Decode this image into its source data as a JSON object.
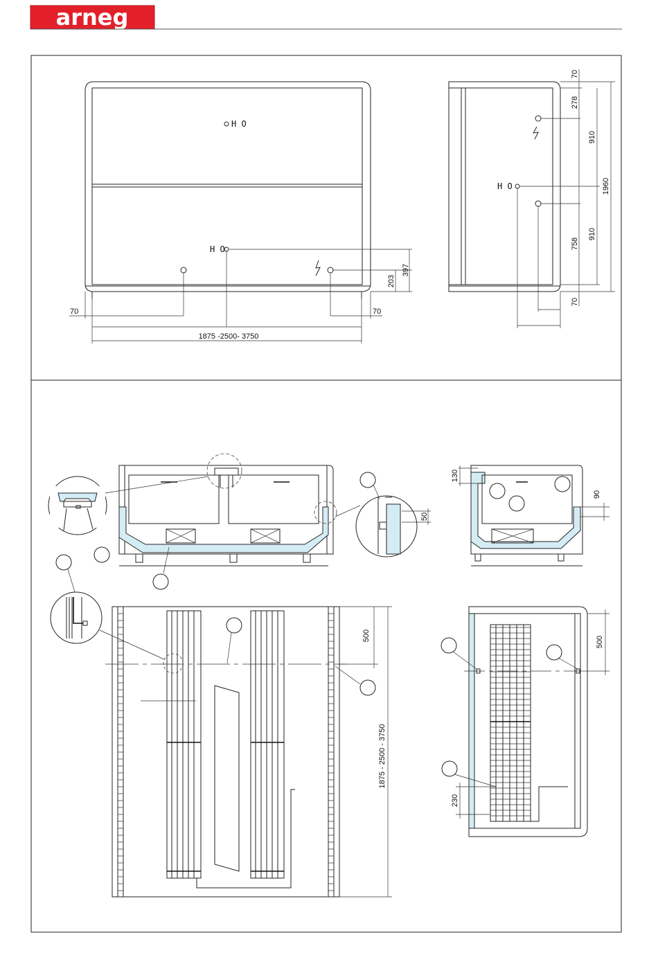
{
  "brand": {
    "logo_text": "arneg",
    "logo_color": "#e3202a"
  },
  "front_view": {
    "label_top": "H O",
    "label_mid": "H O",
    "dim_397": "397",
    "dim_203": "203",
    "dim_70_left": "70",
    "dim_70_right": "70",
    "dim_width": "1875 -2500- 3750"
  },
  "side_view": {
    "label": "H O",
    "dim_70_top": "70",
    "dim_278": "278",
    "dim_910_top": "910",
    "dim_1960": "1960",
    "dim_758": "758",
    "dim_910_bottom": "910",
    "dim_70_bottom": "70"
  },
  "section_view": {
    "dim_50": "50"
  },
  "side_section": {
    "dim_130": "130",
    "dim_90": "90"
  },
  "plan_view": {
    "dim_500": "500",
    "dim_length": "1875 - 2500 - 3750"
  },
  "side_plan": {
    "dim_500": "500",
    "dim_230": "230"
  },
  "colors": {
    "accent": "#d4ecf4",
    "brand": "#e3202a"
  }
}
